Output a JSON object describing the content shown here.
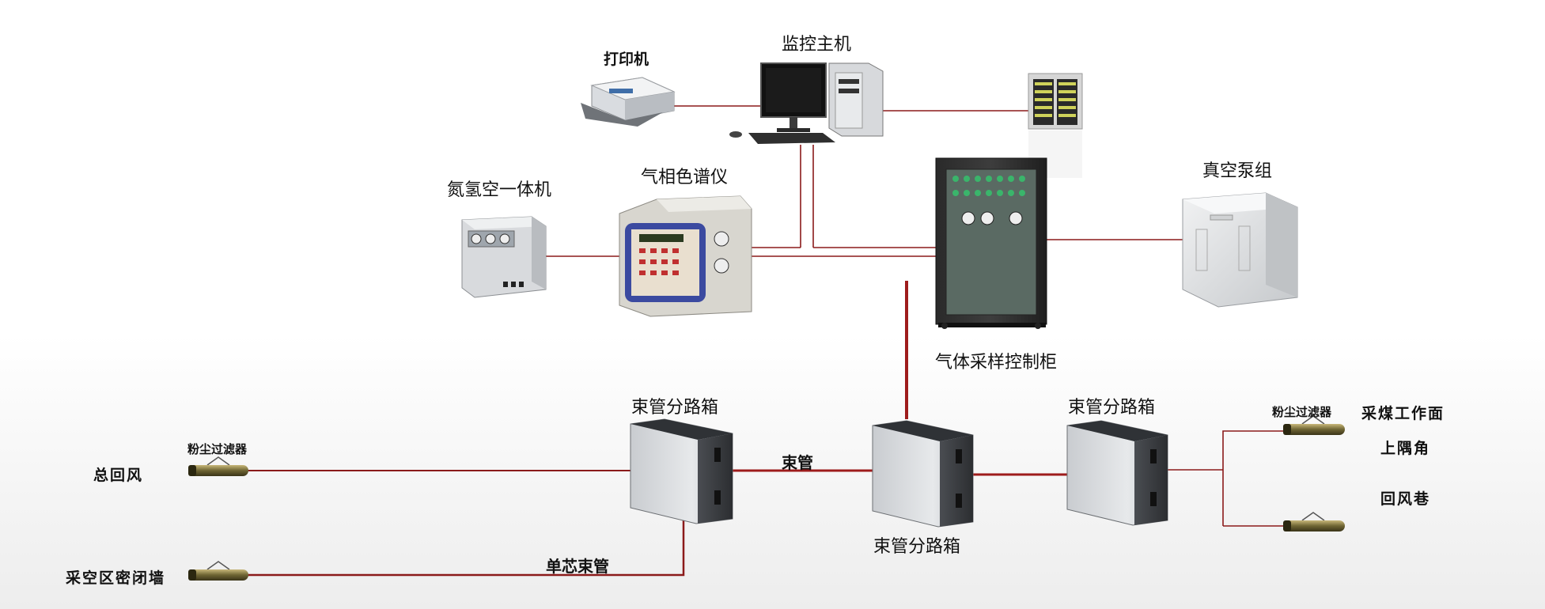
{
  "labels": {
    "printer": "打印机",
    "monitor_host": "监控主机",
    "nitrogen_unit": "氮氢空一体机",
    "gas_chromatograph": "气相色谱仪",
    "vacuum_pump": "真空泵组",
    "sampling_cabinet": "气体采样控制柜",
    "branch_box_left": "束管分路箱",
    "branch_box_middle": "束管分路箱",
    "branch_box_right": "束管分路箱",
    "bundle_tube": "束管",
    "single_core_tube": "单芯束管",
    "dust_filter_left": "粉尘过滤器",
    "dust_filter_right": "粉尘过滤器",
    "main_return_air": "总回风",
    "goaf_seal_wall": "采空区密闭墙",
    "mining_face": "采煤工作面",
    "upper_corner": "上隅角",
    "return_airway": "回风巷"
  },
  "colors": {
    "line": "#8b1a1a",
    "thick_line": "#9e1c1c"
  }
}
